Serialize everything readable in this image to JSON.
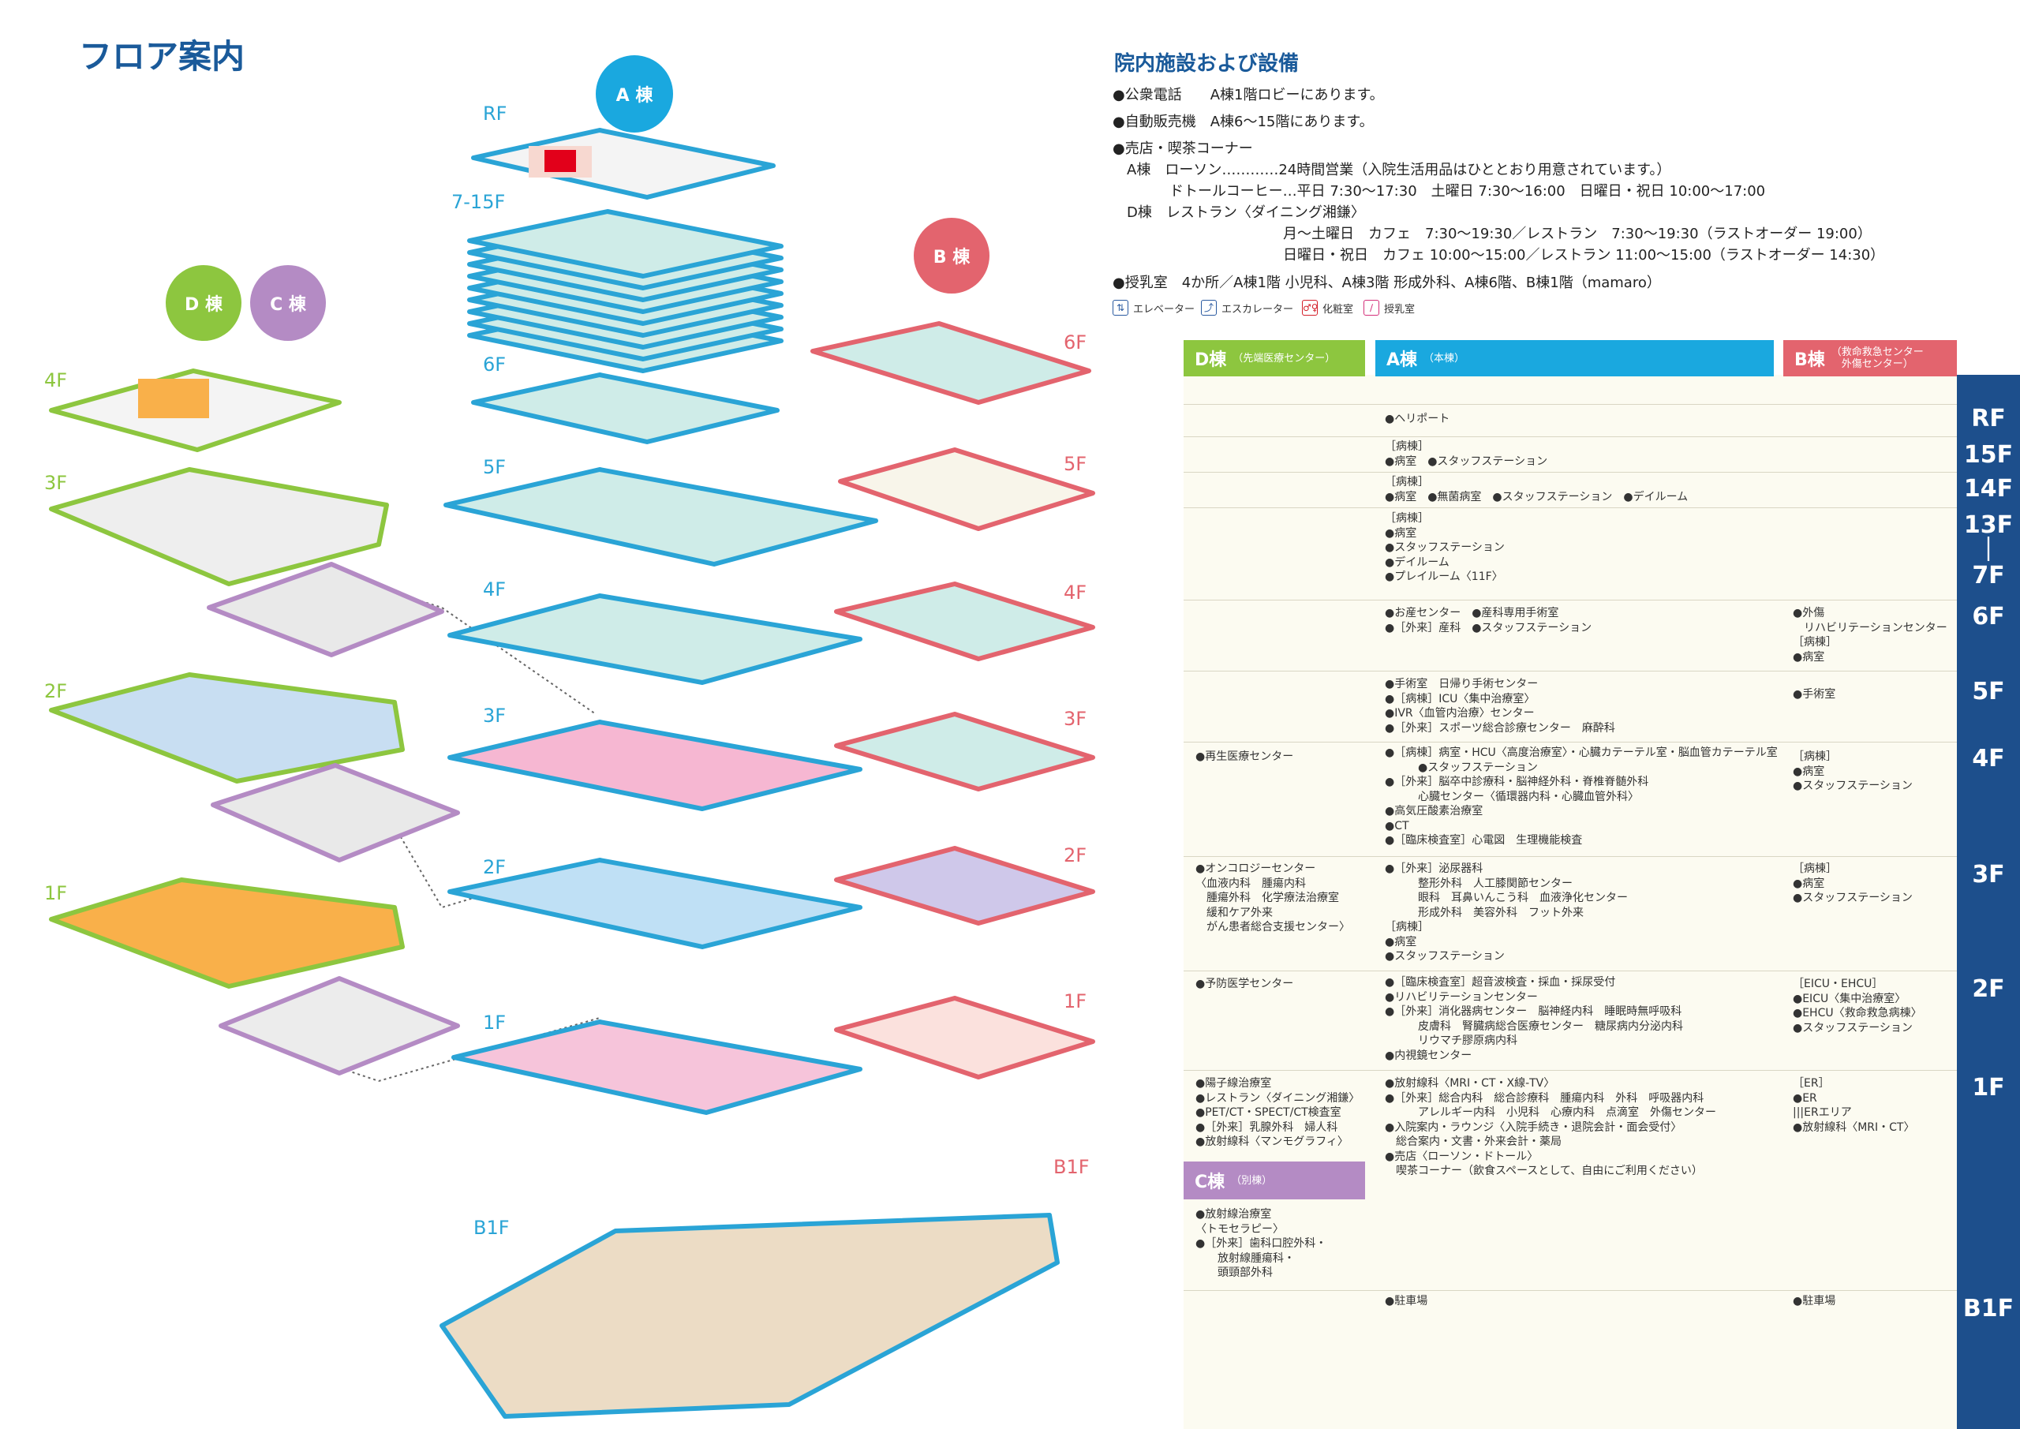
{
  "page_title": "フロア案内",
  "buildings": {
    "A": {
      "label": "A 棟",
      "color": "#1aa8df"
    },
    "B": {
      "label": "B 棟",
      "color": "#e3646e"
    },
    "C": {
      "label": "C 棟",
      "color": "#b48bc4"
    },
    "D": {
      "label": "D 棟",
      "color": "#8dc63f"
    }
  },
  "map_floor_labels": {
    "A": [
      "RF",
      "7-15F",
      "6F",
      "5F",
      "4F",
      "3F",
      "2F",
      "1F",
      "B1F"
    ],
    "B": [
      "6F",
      "5F",
      "4F",
      "3F",
      "2F",
      "1F",
      "B1F"
    ],
    "D": [
      "4F",
      "3F",
      "2F",
      "1F"
    ]
  },
  "facilities": {
    "title": "院内施設および設備",
    "lines": [
      "●公衆電話　　A棟1階ロビーにあります。",
      "●自動販売機　A棟6～15階にあります。",
      "●売店・喫茶コーナー",
      "　A棟　ローソン…………24時間営業（入院生活用品はひととおり用意されています。）",
      "　　　　ドトールコーヒー…平日 7:30～17:30　土曜日 7:30～16:00　日曜日・祝日 10:00～17:00",
      "　D棟　レストラン〈ダイニング湘鎌〉",
      "　　　　　　　　　　　　月～土曜日　カフェ　7:30～19:30／レストラン　7:30～19:30（ラストオーダー 19:00）",
      "　　　　　　　　　　　　日曜日・祝日　カフェ 10:00～15:00／レストラン 11:00～15:00（ラストオーダー 14:30）",
      "●授乳室　4か所／A棟1階 小児科、A棟3階 形成外科、A棟6階、B棟1階（mamaro）"
    ]
  },
  "legend": [
    {
      "icon": "elevator-icon",
      "glyph": "⇅",
      "label": "エレベーター"
    },
    {
      "icon": "escalator-icon",
      "glyph": "⤴",
      "label": "エスカレーター"
    },
    {
      "icon": "restroom-icon",
      "glyph": "♂♀",
      "label": "化粧室"
    },
    {
      "icon": "nursing-room-icon",
      "glyph": "∕",
      "label": "授乳室"
    }
  ],
  "directory": {
    "headers": {
      "D": {
        "name": "D棟",
        "sub": "（先端医療センター）"
      },
      "A": {
        "name": "A棟",
        "sub": "（本棟）"
      },
      "B": {
        "name": "B棟",
        "sub": "（救命救急センター\n外傷センター）"
      },
      "C": {
        "name": "C棟",
        "sub": "（別棟）"
      }
    },
    "floors": [
      "RF",
      "15F",
      "14F",
      "13F\n｜\n7F",
      "6F",
      "5F",
      "4F",
      "3F",
      "2F",
      "1F",
      "B1F"
    ],
    "cells": {
      "A_RF": [
        "●ヘリポート"
      ],
      "A_15F": [
        "［病棟］",
        "●病室　●スタッフステーション"
      ],
      "A_14F": [
        "［病棟］",
        "●病室　●無菌病室　●スタッフステーション　●デイルーム"
      ],
      "A_13F": [
        "［病棟］",
        "●病室",
        "●スタッフステーション",
        "●デイルーム",
        "●プレイルーム〈11F〉"
      ],
      "A_6F": [
        "●お産センター　●産科専用手術室",
        "●［外来］産科　●スタッフステーション"
      ],
      "B_6F": [
        "●外傷",
        "　リハビリテーションセンター",
        "［病棟］",
        "●病室"
      ],
      "A_5F": [
        "●手術室　日帰り手術センター",
        "●［病棟］ICU〈集中治療室〉",
        "●IVR〈血管内治療〉センター",
        "●［外来］スポーツ総合診療センター　麻酔科"
      ],
      "B_5F": [
        "●手術室"
      ],
      "D_4F": [
        "●再生医療センター"
      ],
      "A_4F": [
        "●［病棟］病室・HCU〈高度治療室〉・心臓カテーテル室・脳血管カテーテル室",
        "　　　●スタッフステーション",
        "●［外来］脳卒中診療科・脳神経外科・脊椎脊髄外科",
        "　　　心臓センター〈循環器内科・心臓血管外科〉",
        "●高気圧酸素治療室",
        "●CT",
        "●［臨床検査室］心電図　生理機能検査"
      ],
      "B_4F": [
        "［病棟］",
        "●病室",
        "●スタッフステーション"
      ],
      "D_3F": [
        "●オンコロジーセンター",
        "〈血液内科　腫瘍内科",
        "　腫瘍外科　化学療法治療室",
        "　緩和ケア外来",
        "　がん患者総合支援センター〉"
      ],
      "A_3F": [
        "●［外来］泌尿器科",
        "　　　整形外科　人工膝関節センター",
        "　　　眼科　耳鼻いんこう科　血液浄化センター",
        "　　　形成外科　美容外科　フット外来",
        "［病棟］",
        "●病室",
        "●スタッフステーション"
      ],
      "B_3F": [
        "［病棟］",
        "●病室",
        "●スタッフステーション"
      ],
      "D_2F": [
        "●予防医学センター"
      ],
      "A_2F": [
        "●［臨床検査室］超音波検査・採血・採尿受付",
        "●リハビリテーションセンター",
        "●［外来］消化器病センター　脳神経内科　睡眠時無呼吸科",
        "　　　皮膚科　腎臓病総合医療センター　糖尿病内分泌内科",
        "　　　リウマチ膠原病内科",
        "●内視鏡センター"
      ],
      "B_2F": [
        "［EICU・EHCU］",
        "●EICU〈集中治療室〉",
        "●EHCU〈救命救急病棟〉",
        "●スタッフステーション"
      ],
      "D_1F": [
        "●陽子線治療室",
        "●レストラン〈ダイニング湘鎌〉",
        "●PET/CT・SPECT/CT検査室",
        "●［外来］乳腺外科　婦人科",
        "●放射線科〈マンモグラフィ〉"
      ],
      "A_1F": [
        "●放射線科〈MRI・CT・X線-TV〉",
        "●［外来］総合内科　総合診療科　腫瘍内科　外科　呼吸器内科",
        "　　　アレルギー内科　小児科　心療内科　点滴室　外傷センター",
        "●入院案内・ラウンジ〈入院手続き・退院会計・面会受付〉",
        "　総合案内・文書・外来会計・薬局",
        "●売店〈ローソン・ドトール〉",
        "　喫茶コーナー（飲食スペースとして、自由にご利用ください）"
      ],
      "B_1F": [
        "［ER］",
        "●ER",
        "|||ERエリア",
        "●放射線科〈MRI・CT〉"
      ],
      "C_1F": [
        "●放射線治療室",
        "〈トモセラピー〉",
        "●［外来］歯科口腔外科・",
        "　　放射線腫瘍科・",
        "　　頭頸部外科"
      ],
      "A_B1F": [
        "●駐車場"
      ],
      "B_B1F": [
        "●駐車場"
      ]
    }
  }
}
